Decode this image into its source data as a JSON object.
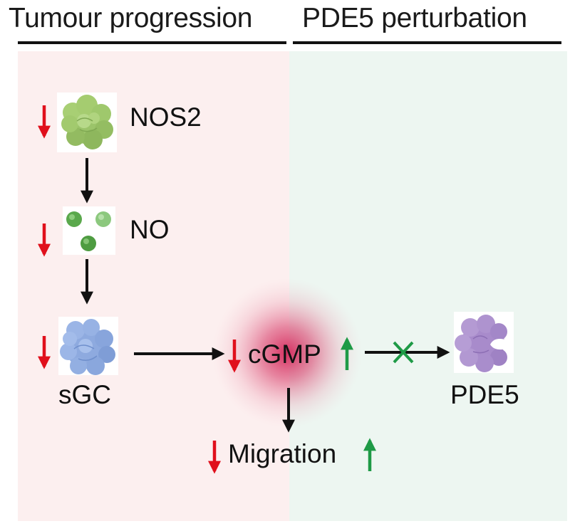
{
  "headers": {
    "left": "Tumour progression",
    "right": "PDE5 perturbation"
  },
  "colors": {
    "left_panel_bg": "#fcefef",
    "right_panel_bg": "#edf6f1",
    "down_arrow": "#e0101c",
    "up_arrow": "#1e9a46",
    "inhibition_mark": "#1e9a46",
    "glow": "#d4265a"
  },
  "nodes": {
    "nos2": {
      "label": "NOS2",
      "icon": "nos2-protein-icon",
      "tumour_change": "down"
    },
    "no": {
      "label": "NO",
      "icon": "no-molecules-icon",
      "tumour_change": "down"
    },
    "sgc": {
      "label": "sGC",
      "icon": "sgc-protein-icon",
      "tumour_change": "down"
    },
    "cgmp": {
      "label": "cGMP",
      "tumour_change": "down",
      "pde5_change": "up"
    },
    "pde5": {
      "label": "PDE5",
      "icon": "pde5-protein-icon",
      "pde5_change": "inhibited"
    },
    "migration": {
      "label": "Migration",
      "tumour_change": "down",
      "pde5_change": "up"
    }
  }
}
